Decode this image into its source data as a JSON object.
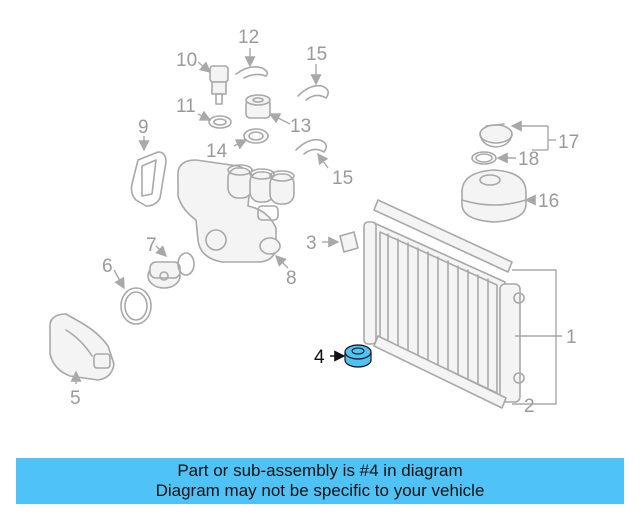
{
  "callouts": [
    "1",
    "2",
    "3",
    "4",
    "5",
    "6",
    "7",
    "8",
    "9",
    "10",
    "11",
    "12",
    "13",
    "14",
    "15",
    "15",
    "16",
    "17",
    "18"
  ],
  "highlight_color": "#4fc3f7",
  "part_color": "#a8a8a8",
  "banner": {
    "line1": "Part or sub-assembly is #4 in diagram",
    "line2": "Diagram may not be specific to your vehicle"
  }
}
